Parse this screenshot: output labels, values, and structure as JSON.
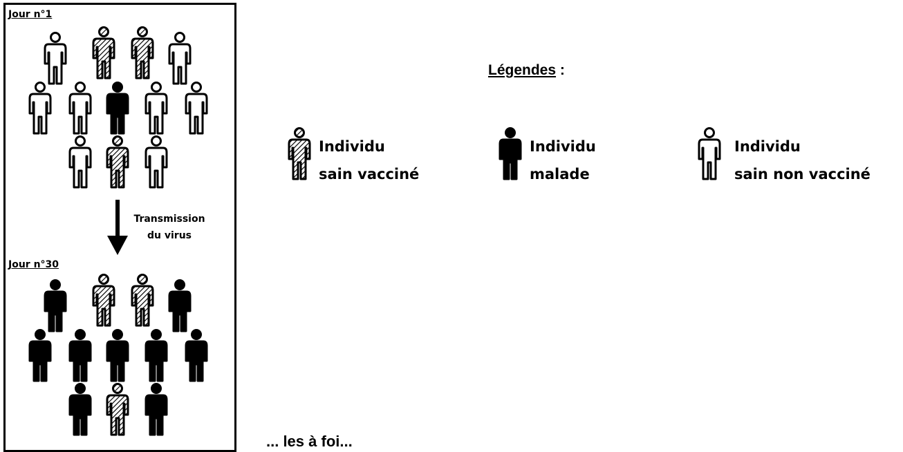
{
  "figure": {
    "day1_label": "Jour n°1",
    "day30_label": "Jour n°30",
    "transmission_line1": "Transmission",
    "transmission_line2": "du virus",
    "day1_people": [
      "unvaccinated",
      "vaccinated",
      "vaccinated",
      "unvaccinated",
      "unvaccinated",
      "unvaccinated",
      "sick",
      "unvaccinated",
      "unvaccinated",
      "unvaccinated",
      "vaccinated",
      "unvaccinated"
    ],
    "day30_people": [
      "sick",
      "vaccinated",
      "vaccinated",
      "sick",
      "sick",
      "sick",
      "sick",
      "sick",
      "sick",
      "sick",
      "vaccinated",
      "sick"
    ]
  },
  "legend": {
    "title": "Légendes",
    "title_suffix": " :",
    "items": [
      {
        "type": "vaccinated",
        "line1": "Individu",
        "line2": "sain vacciné"
      },
      {
        "type": "sick",
        "line1": "Individu",
        "line2": "malade"
      },
      {
        "type": "unvaccinated",
        "line1": "Individu",
        "line2": "sain non vacciné"
      }
    ]
  },
  "footer": {
    "partial_text": "... les à foi..."
  },
  "colors": {
    "ink": "#000000",
    "paper": "#ffffff"
  },
  "icons": {
    "person": "person-icon",
    "arrow": "down-arrow-icon"
  }
}
